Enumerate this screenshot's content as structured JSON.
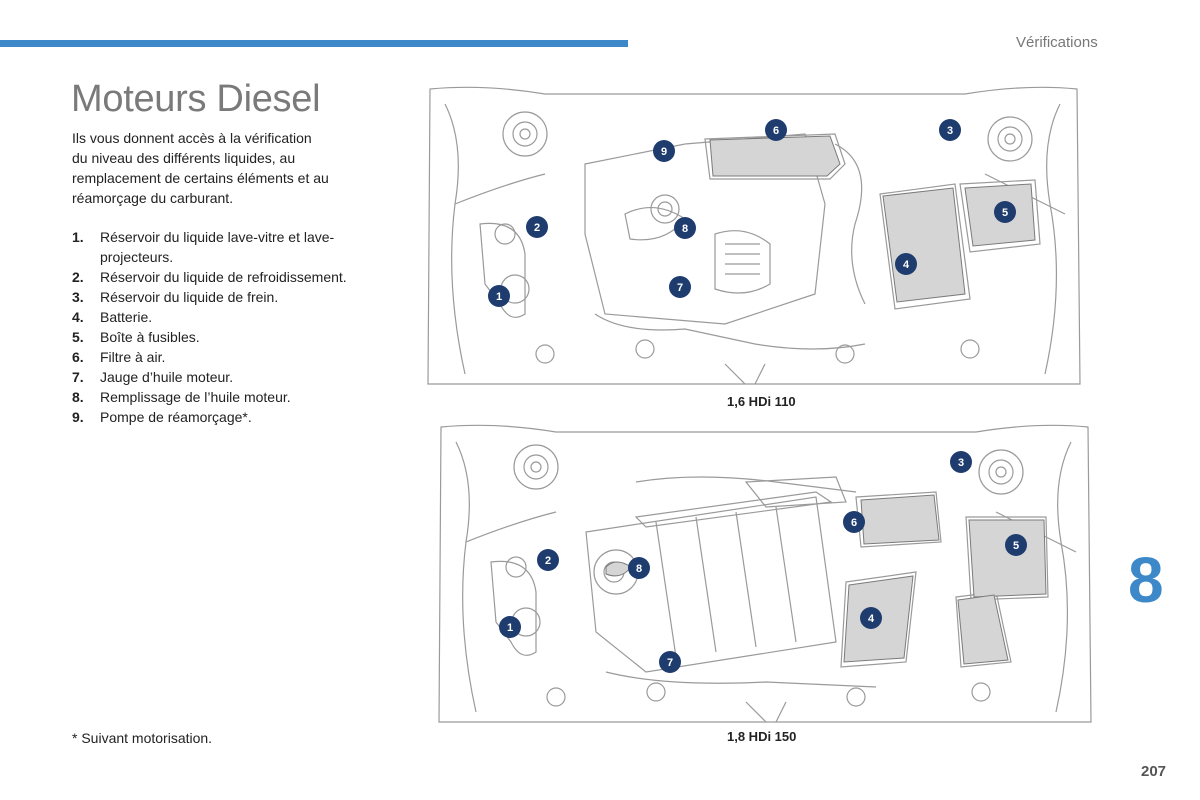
{
  "header": {
    "section": "Vérifications"
  },
  "title": "Moteurs Diesel",
  "intro": {
    "lead": "Ils vous donnent accès à la vérification",
    "rest": "du niveau des différents liquides, au remplacement de certains éléments et au réamorçage du carburant."
  },
  "items": [
    {
      "num": "1.",
      "text": "Réservoir du liquide lave-vitre et lave-projecteurs."
    },
    {
      "num": "2.",
      "text": "Réservoir du liquide de refroidissement."
    },
    {
      "num": "3.",
      "text": "Réservoir du liquide de frein."
    },
    {
      "num": "4.",
      "text": "Batterie."
    },
    {
      "num": "5.",
      "text": "Boîte à fusibles."
    },
    {
      "num": "6.",
      "text": "Filtre à air."
    },
    {
      "num": "7.",
      "text": "Jauge d’huile moteur."
    },
    {
      "num": "8.",
      "text": "Remplissage de l’huile moteur."
    },
    {
      "num": "9.",
      "text": "Pompe de réamorçage*."
    }
  ],
  "footnote": "* Suivant motorisation.",
  "diagrams": [
    {
      "caption": "1,6 HDi 110",
      "badges": [
        "1",
        "2",
        "3",
        "4",
        "5",
        "6",
        "7",
        "8",
        "9"
      ]
    },
    {
      "caption": "1,8 HDi 150",
      "badges": [
        "1",
        "2",
        "3",
        "4",
        "5",
        "6",
        "7",
        "8"
      ]
    }
  ],
  "chapter": "8",
  "page_number": "207",
  "colors": {
    "accent": "#3d88c8",
    "badge": "#1f3c6e",
    "title": "#7a7a7a"
  }
}
